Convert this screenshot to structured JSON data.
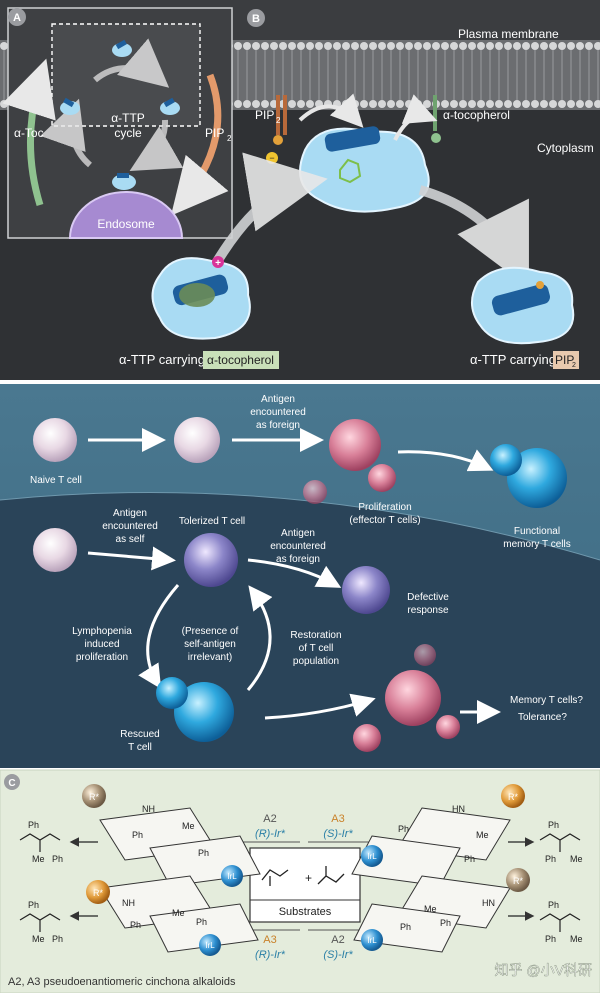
{
  "panel_top": {
    "badge_a": "A",
    "badge_b": "B",
    "plasma_membrane": "Plasma membrane",
    "cytoplasm": "Cytoplasm",
    "cycle_title_line1": "α-TTP",
    "cycle_title_line2": "cycle",
    "atoc_label": "α-Toc",
    "pip2_left": "PIP",
    "pip2_sub": "2",
    "endosome": "Endosome",
    "pip_membrane": "PIP",
    "pip_membrane_sub": "2",
    "tocopherol_membrane": "α-tocopherol",
    "carrying_toc_prefix": "α-TTP carrying",
    "carrying_toc_box": "α-tocopherol",
    "carrying_pip_prefix": "α-TTP carrying",
    "carrying_pip_box": "PIP",
    "carrying_pip_sub": "2",
    "plus_sign": "+",
    "minus_sign": "−"
  },
  "panel_mid": {
    "naive": "Naive T cell",
    "antigen_foreign_1": [
      "Antigen",
      "encountered",
      "as foreign"
    ],
    "proliferation": [
      "Proliferation",
      "(effector T cells)"
    ],
    "functional": [
      "Functional",
      "memory T cells"
    ],
    "antigen_self": [
      "Antigen",
      "encountered",
      "as self"
    ],
    "tolerized": "Tolerized T cell",
    "antigen_foreign_2": [
      "Antigen",
      "encountered",
      "as foreign"
    ],
    "defective": [
      "Defective",
      "response"
    ],
    "lymphopenia": [
      "Lymphopenia",
      "induced",
      "proliferation"
    ],
    "presence": [
      "(Presence of",
      "self-antigen",
      "irrelevant)"
    ],
    "restoration": [
      "Restoration",
      "of T cell",
      "population"
    ],
    "rescued": [
      "Rescued",
      "T cell"
    ],
    "memory_q": "Memory T cells?",
    "tolerance_q": "Tolerance?"
  },
  "panel_bottom": {
    "badge_c": "C",
    "a2_top": "A2",
    "a3_top": "A3",
    "r_ir_top": "(R)-Ir*",
    "s_ir_top": "(S)-Ir*",
    "a3_bottom": "A3",
    "a2_bottom": "A2",
    "r_ir_bottom": "(R)-Ir*",
    "s_ir_bottom": "(S)-Ir*",
    "substrates": "Substrates",
    "rstar": "R*",
    "nh": "NH",
    "hn": "HN",
    "ph": "Ph",
    "me": "Me",
    "irl": "IrL",
    "footer": "A2, A3 pseudoenantiomeric cinchona alkaloids",
    "watermark": "知乎 @小V科研"
  },
  "colors": {
    "top_bg": "#3b3d40",
    "mid_bg": "#3f6c86",
    "mid_dark": "#24394d",
    "bottom_bg": "#e4ecdc",
    "cell_blue": "#a9dbf3",
    "toc_green": "#c9e0b9",
    "pip_peach": "#e8c9ae",
    "r_blue": "#2a7fa6",
    "s_orange": "#c9822a"
  }
}
